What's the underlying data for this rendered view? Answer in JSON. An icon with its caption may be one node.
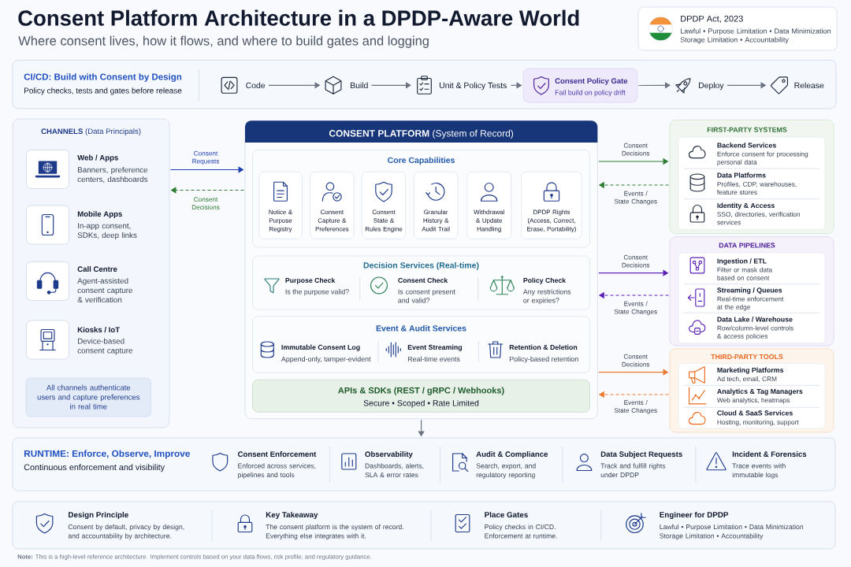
{
  "diagram": {
    "title": "Consent Platform Architecture in a DPDP-Aware World",
    "nodes": [
      {
        "text": [
          "DPDP Act, 2023",
          "Lawful • Purpose Limitation • Data Minimization Storage Limitation • Accountability"
        ]
      },
      {
        "text": [
          "CI/CD: Build with Consent by Design",
          "Policy checks, tests and gates before release"
        ]
      },
      {
        "text": [
          "Code"
        ],
        "in": 1
      },
      {
        "text": [
          "Build"
        ],
        "in": 1
      },
      {
        "text": [
          "Unit & Policy Tests"
        ],
        "in": 1
      },
      {
        "text": [
          "Consent Policy Gate",
          "Fail build on policy drift"
        ],
        "in": 1
      },
      {
        "text": [
          "Deploy"
        ],
        "in": 1
      },
      {
        "text": [
          "Release"
        ],
        "in": 1
      },
      {
        "text": [
          "**CHANNELS** (Data Principals)"
        ]
      },
      {
        "text": [
          "Web / Apps",
          "Banners, preference centers, dashboards"
        ],
        "in": 8
      },
      {
        "text": [
          "Mobile Apps",
          "In-app consent, SDKs, deep links"
        ],
        "in": 8
      },
      {
        "text": [
          "Call Centre",
          "Agent-assisted consent capture & verification"
        ],
        "in": 8
      },
      {
        "text": [
          "Kiosks / IoT",
          "Device-based consent capture"
        ],
        "in": 8
      },
      {
        "text": [
          "All channels authenticate users and capture preferences in real time"
        ],
        "in": 8
      },
      {
        "text": [
          "**CONSENT PLATFORM** (System of Record)"
        ]
      },
      {
        "text": [
          "Core Capabilities"
        ],
        "in": 14
      },
      {
        "text": [
          "Notice & Purpose Registry"
        ],
        "in": 15
      },
      {
        "text": [
          "Consent Capture & Preferences"
        ],
        "in": 15
      },
      {
        "text": [
          "Consent State & Rules Engine"
        ],
        "in": 15
      },
      {
        "text": [
          "Granular History & Audit Trail"
        ],
        "in": 15
      },
      {
        "text": [
          "Withdrawal & Update Handling"
        ],
        "in": 15
      },
      {
        "text": [
          "DPDP Rights (Access, Correct, Erase, Portability)"
        ],
        "in": 15
      },
      {
        "text": [
          "Decision Services (Real-time)"
        ],
        "in": 14
      },
      {
        "text": [
          "Purpose Check",
          "Is the purpose valid?"
        ],
        "in": 22
      },
      {
        "text": [
          "Consent Check",
          "Is consent present and valid?"
        ],
        "in": 22
      },
      {
        "text": [
          "Policy Check",
          "Any restrictions or expiries?"
        ],
        "in": 22
      },
      {
        "text": [
          "Event & Audit Services"
        ],
        "in": 14
      },
      {
        "text": [
          "Immutable Consent Log",
          "Append-only, tamper-evident"
        ],
        "in": 26
      },
      {
        "text": [
          "Event Streaming",
          "Real-time events"
        ],
        "in": 26
      },
      {
        "text": [
          "Retention & Deletion",
          "Policy-based retention"
        ],
        "in": 26
      },
      {
        "text": [
          "APIs & SDKs (REST / gRPC / Webhooks)",
          "Secure • Scoped • Rate Limited"
        ],
        "in": 14
      },
      {
        "text": [
          "FIRST-PARTY SYSTEMS"
        ]
      },
      {
        "text": [
          "Backend Services",
          "Enforce consent for processing personal data"
        ],
        "in": 31
      },
      {
        "text": [
          "Data Platforms",
          "Profiles, CDP, warehouses, feature stores"
        ],
        "in": 31
      },
      {
        "text": [
          "Identity & Access",
          "SSO, directories, verification services"
        ],
        "in": 31
      },
      {
        "text": [
          "DATA PIPELINES"
        ]
      },
      {
        "text": [
          "Ingestion / ETL",
          "Filter or mask data based on consent"
        ],
        "in": 35
      },
      {
        "text": [
          "Streaming / Queues",
          "Real-time enforcement at the edge"
        ],
        "in": 35
      },
      {
        "text": [
          "Data Lake / Warehouse",
          "Row/column-level controls & access policies"
        ],
        "in": 35
      },
      {
        "text": [
          "THIRD-PARTY TOOLS"
        ]
      },
      {
        "text": [
          "Marketing Platforms",
          "Ad tech, email, CRM"
        ],
        "in": 39
      },
      {
        "text": [
          "Analytics & Tag Managers",
          "Web analytics, heatmaps"
        ],
        "in": 39
      },
      {
        "text": [
          "Cloud & SaaS Services",
          "Hosting, monitoring, support"
        ],
        "in": 39
      },
      {
        "text": [
          "RUNTIME: Enforce, Observe, Improve",
          "Continuous enforcement and visibility"
        ]
      },
      {
        "text": [
          "Consent Enforcement",
          "Enforced across services, pipelines and tools"
        ],
        "in": 43
      },
      {
        "text": [
          "Observability",
          "Dashboards, alerts, SLA & error rates"
        ],
        "in": 43
      },
      {
        "text": [
          "Audit & Compliance",
          "Search, export, and regulatory reporting"
        ],
        "in": 43
      },
      {
        "text": [
          "Data Subject Requests",
          "Track and fulfill rights under DPDP"
        ],
        "in": 43
      },
      {
        "text": [
          "Incident & Forensics",
          "Trace events with immutable logs"
        ],
        "in": 43
      },
      {
        "text": [],
        "shape": "box"
      },
      {
        "text": [
          "Design Principle",
          "Consent by default, privacy by design, and accountability by architecture."
        ],
        "in": 49
      },
      {
        "text": [
          "Key Takeaway",
          "The consent platform is the system of record. Everything else integrates with it."
        ],
        "in": 49
      },
      {
        "text": [
          "Place Gates",
          "Policy checks in CI/CD. Enforcement at runtime."
        ],
        "in": 49
      },
      {
        "text": [
          "Engineer for DPDP",
          "Lawful • Purpose Limitation • Data Minimization Storage Limitation • Accountability"
        ],
        "in": 49
      }
    ],
    "edges": [
      {
        "from": 2,
        "to": 3,
        "arrow": "to"
      },
      {
        "from": 3,
        "to": 4,
        "arrow": "to"
      },
      {
        "from": 4,
        "to": 5,
        "arrow": "to"
      },
      {
        "from": 5,
        "to": 6,
        "arrow": "to"
      },
      {
        "from": 6,
        "to": 7,
        "arrow": "to"
      },
      {
        "from": 8,
        "to": 14,
        "arrow": "to",
        "label": "Consent Requests",
        "color": "#1e40af"
      },
      {
        "from": 14,
        "to": 8,
        "arrow": "to",
        "label": "Consent Decisions",
        "style": "dashed",
        "color": "#2e7d32"
      },
      {
        "from": 14,
        "to": 31,
        "arrow": "to",
        "label": "Consent Decisions",
        "color": "#2e7d32"
      },
      {
        "from": 31,
        "to": 14,
        "arrow": "to",
        "label": "Events / State Changes",
        "style": "dashed",
        "color": "#2e7d32"
      },
      {
        "from": 14,
        "to": 35,
        "arrow": "to",
        "label": "Consent Decisions",
        "color": "#5b21b6"
      },
      {
        "from": 35,
        "to": 14,
        "arrow": "to",
        "label": "Events / State Changes",
        "style": "dashed",
        "color": "#5b21b6"
      },
      {
        "from": 14,
        "to": 39,
        "arrow": "to",
        "label": "Consent Decisions",
        "color": "#ea7a2e"
      },
      {
        "from": 39,
        "to": 14,
        "arrow": "to",
        "label": "Events / State Changes",
        "style": "dashed",
        "color": "#ea7a2e"
      },
      {
        "from": 14,
        "to": 43,
        "arrow": "to"
      }
    ],
    "labels": [
      "Where consent lives, how it flows, and where to build gates and logging",
      "**Note:** This is a high-level reference architecture. Implement controls based on your data flows, risk profile, and regulatory guidance."
    ]
  }
}
